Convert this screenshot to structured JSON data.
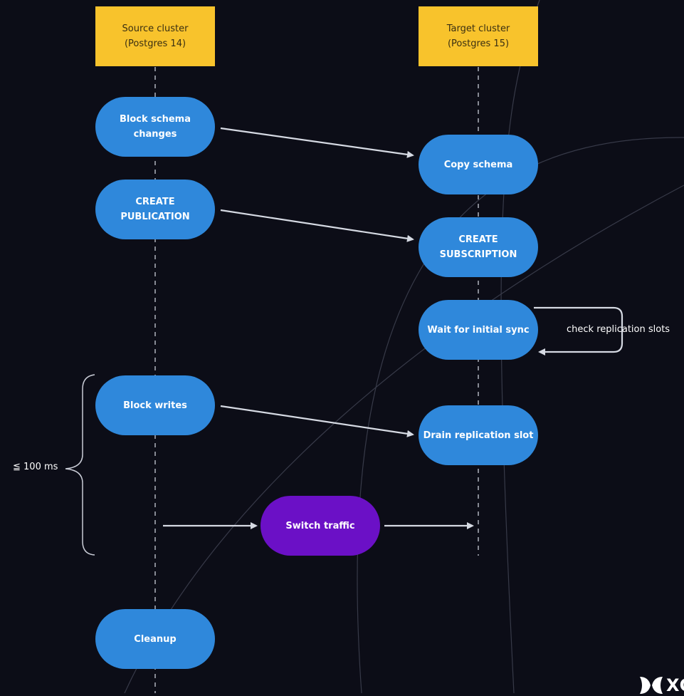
{
  "lanes": {
    "source": {
      "line1": "Source cluster",
      "line2": "(Postgres 14)"
    },
    "target": {
      "line1": "Target cluster",
      "line2": "(Postgres 15)"
    }
  },
  "steps": {
    "block_schema": "Block schema changes",
    "copy_schema": "Copy schema",
    "create_publication": "CREATE PUBLICATION",
    "create_subscription": "CREATE SUBSCRIPTION",
    "wait_sync": "Wait for initial sync",
    "block_writes": "Block writes",
    "drain_slot": "Drain replication slot",
    "switch_traffic": "Switch traffic",
    "cleanup": "Cleanup"
  },
  "loop_label": "check replication slots",
  "window_label": "≦ 100 ms",
  "logo": {
    "text": "XC",
    "icon": "butterfly-logo-icon"
  },
  "colors": {
    "background": "#0c0d17",
    "header": "#f8c32c",
    "step": "#2f88db",
    "highlight_step": "#6b10c6",
    "arrow": "#d6dae3"
  }
}
